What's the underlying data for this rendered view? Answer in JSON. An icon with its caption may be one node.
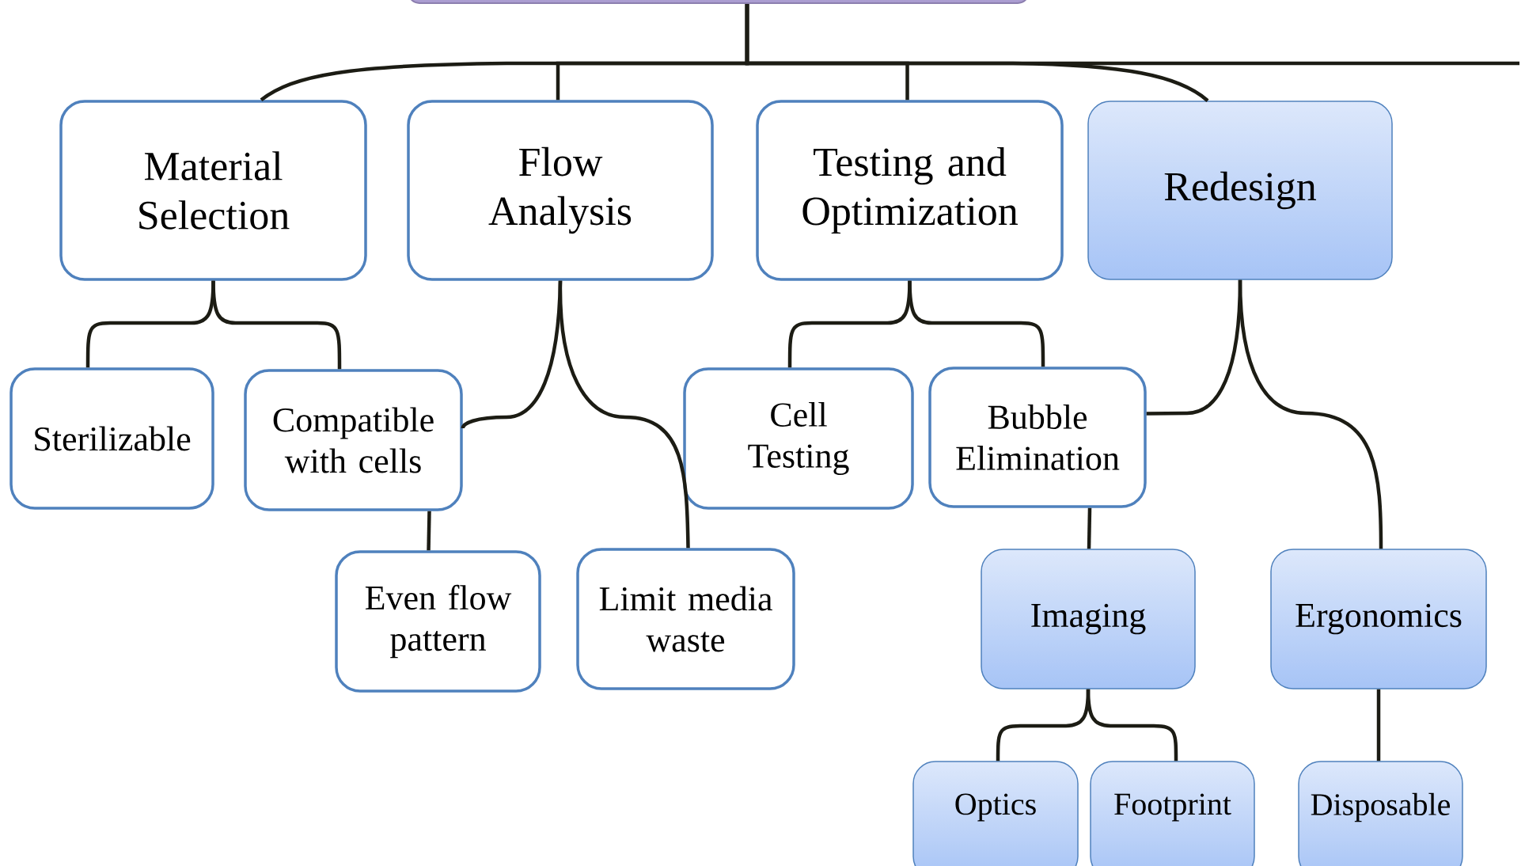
{
  "diagram": {
    "nodes": [
      {
        "text": [],
        "shape": "box"
      },
      {
        "text": [
          "Material Selection"
        ]
      },
      {
        "text": [
          "Flow Analysis"
        ]
      },
      {
        "text": [
          "Testing and Optimization"
        ]
      },
      {
        "text": [
          "Redesign"
        ]
      },
      {
        "text": [
          "Sterilizable"
        ]
      },
      {
        "text": [
          "Compatible with cells"
        ]
      },
      {
        "text": [
          "Even flow pattern"
        ]
      },
      {
        "text": [
          "Limit media waste"
        ]
      },
      {
        "text": [
          "Cell Testing"
        ]
      },
      {
        "text": [
          "Bubble Elimination"
        ]
      },
      {
        "text": [
          "Imaging"
        ]
      },
      {
        "text": [
          "Ergonomics"
        ]
      },
      {
        "text": [
          "Optics"
        ]
      },
      {
        "text": [
          "Footprint"
        ]
      },
      {
        "text": [
          "Disposable"
        ]
      }
    ],
    "edges": [
      {
        "from": 0,
        "to": 1,
        "arrow": "none"
      },
      {
        "from": 0,
        "to": 2,
        "arrow": "none"
      },
      {
        "from": 0,
        "to": 3,
        "arrow": "none"
      },
      {
        "from": 0,
        "to": 4,
        "arrow": "none"
      },
      {
        "from": 0,
        "to": null,
        "arrow": "none"
      },
      {
        "from": 1,
        "to": 5,
        "arrow": "none"
      },
      {
        "from": 1,
        "to": 6,
        "arrow": "none"
      },
      {
        "from": 2,
        "to": 6,
        "arrow": "none"
      },
      {
        "from": 2,
        "to": 8,
        "arrow": "none"
      },
      {
        "from": 3,
        "to": 9,
        "arrow": "none"
      },
      {
        "from": 3,
        "to": 10,
        "arrow": "none"
      },
      {
        "from": 4,
        "to": 10,
        "arrow": "none"
      },
      {
        "from": 4,
        "to": 12,
        "arrow": "none"
      },
      {
        "from": 6,
        "to": 7,
        "arrow": "none"
      },
      {
        "from": 10,
        "to": 11,
        "arrow": "none"
      },
      {
        "from": 11,
        "to": 13,
        "arrow": "none"
      },
      {
        "from": 11,
        "to": 14,
        "arrow": "none"
      },
      {
        "from": 12,
        "to": 15,
        "arrow": "none"
      }
    ]
  }
}
